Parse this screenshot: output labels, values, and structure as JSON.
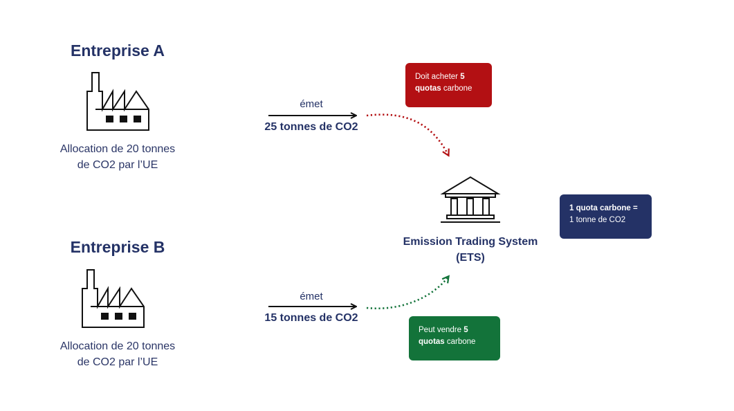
{
  "company_a": {
    "title": "Entreprise A",
    "allocation_line1": "Allocation de 20 tonnes",
    "allocation_line2": "de CO2 par l’UE",
    "verb": "émet",
    "emission": "25 tonnes de CO2",
    "box_prefix": "Doit acheter ",
    "box_bold1": "5",
    "box_bold2": "quotas",
    "box_suffix": " carbone",
    "box_color": "#b31013"
  },
  "company_b": {
    "title": "Entreprise B",
    "allocation_line1": "Allocation de 20 tonnes",
    "allocation_line2": "de CO2 par l’UE",
    "verb": "émet",
    "emission": "15 tonnes de CO2",
    "box_prefix": "Peut vendre ",
    "box_bold1": "5",
    "box_bold2": "quotas",
    "box_suffix": " carbone",
    "box_color": "#13733a"
  },
  "ets": {
    "line1": "Emission Trading System",
    "line2": "(ETS)"
  },
  "quota_note": {
    "bold": "1 quota carbone =",
    "text": "1 tonne de CO2",
    "color": "#243266"
  },
  "icons": [
    "factory-icon",
    "factory-icon",
    "bank-building-icon",
    "arrow-right-icon",
    "dotted-curve-arrow-icon"
  ]
}
